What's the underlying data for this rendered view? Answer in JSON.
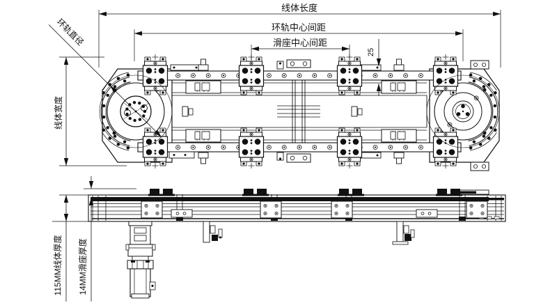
{
  "labels": {
    "line_length": "线体长度",
    "ring_rail_center_spacing": "环轨中心间距",
    "slider_center_spacing": "滑座中心间距",
    "offset_25": "25",
    "ring_rail_diameter": "环轨直径",
    "line_width": "线体宽度",
    "line_thickness": "115MM线体厚度",
    "slider_thickness": "14MM滑座厚度"
  },
  "colors": {
    "ink": "#111111",
    "paper": "#ffffff"
  }
}
